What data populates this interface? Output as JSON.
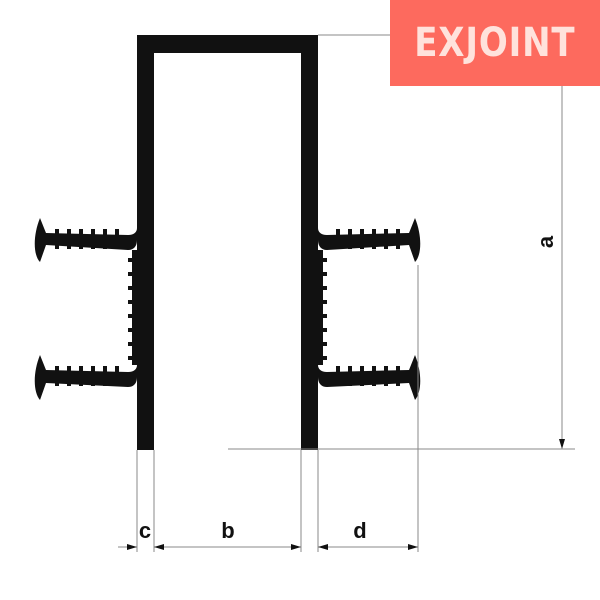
{
  "brand": {
    "logo_text": "EXJOINT",
    "logo_bg_color": "#fd6a5e",
    "logo_text_color": "#ffe2dc"
  },
  "drawing": {
    "profile_color": "#111111",
    "dimension_line_color": "#888888",
    "dimensions": {
      "a": "a",
      "b": "b",
      "c": "c",
      "d": "d"
    }
  }
}
